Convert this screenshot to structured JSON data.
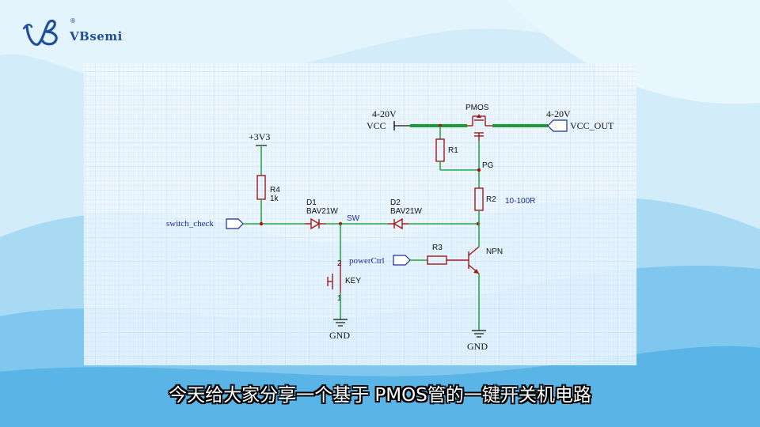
{
  "brand": {
    "name": "VBsemi",
    "reg_mark": "®"
  },
  "caption": "今天给大家分享一个基于 PMOS管的一键开关机电路",
  "colors": {
    "wire": "#28a745",
    "component": "#a01818",
    "port_text": "#1a2a9a",
    "brand": "#1f4f9a"
  },
  "schematic": {
    "rail_3v3": "+3V3",
    "r4_ref": "R4",
    "r4_value": "1k",
    "switch_check": "switch_check",
    "d1_ref": "D1",
    "d1_part": "BAV21W",
    "sw_net": "SW",
    "d2_ref": "D2",
    "d2_part": "BAV21W",
    "key_ref": "KEY",
    "key_pin1": "1",
    "key_pin2": "2",
    "gnd_left": "GND",
    "vcc_range": "4-20V",
    "vcc": "VCC",
    "pmos": "PMOS",
    "out_range": "4-20V",
    "vcc_out": "VCC_OUT",
    "r1_ref": "R1",
    "pg_net": "PG",
    "r2_ref": "R2",
    "r2_value": "10-100R",
    "power_ctrl": "powerCtrl",
    "r3_ref": "R3",
    "npn": "NPN",
    "gnd_right": "GND"
  }
}
